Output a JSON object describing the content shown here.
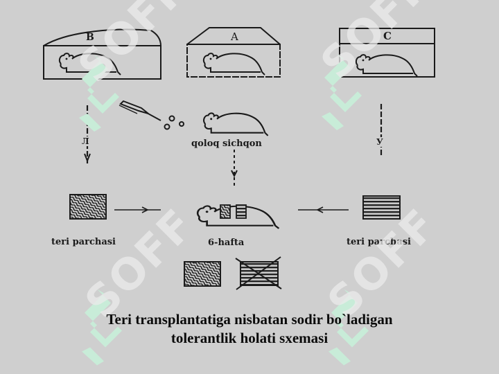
{
  "diagram": {
    "title_lines": [
      "Teri transplantatiga nisbatan sodir bo`ladigan",
      "tolerantlik holati sxemasi"
    ],
    "cages": [
      {
        "id": "B",
        "label": "B",
        "shape": "arched-roof"
      },
      {
        "id": "A",
        "label": "A",
        "shape": "trapezoid-roof"
      },
      {
        "id": "C",
        "label": "C",
        "shape": "flat-roof"
      }
    ],
    "arrow_labels": {
      "left": "Л",
      "right": "У"
    },
    "newborn_mouse_label": "qoloq sichqon",
    "recipient_label": "6-hafta",
    "skin_patch_left_label": "teri parchasi",
    "skin_patch_right_label": "teri parchasi",
    "outcome": [
      {
        "patch": "wavy-texture",
        "status": "accepted"
      },
      {
        "patch": "striped-texture",
        "status": "rejected"
      }
    ],
    "icons": [
      "mouse-icon",
      "syringe-icon",
      "cells-icon",
      "skin-graft-icon"
    ]
  },
  "watermark": {
    "text": "SOFF",
    "logo_color": "#c8ecd8"
  }
}
